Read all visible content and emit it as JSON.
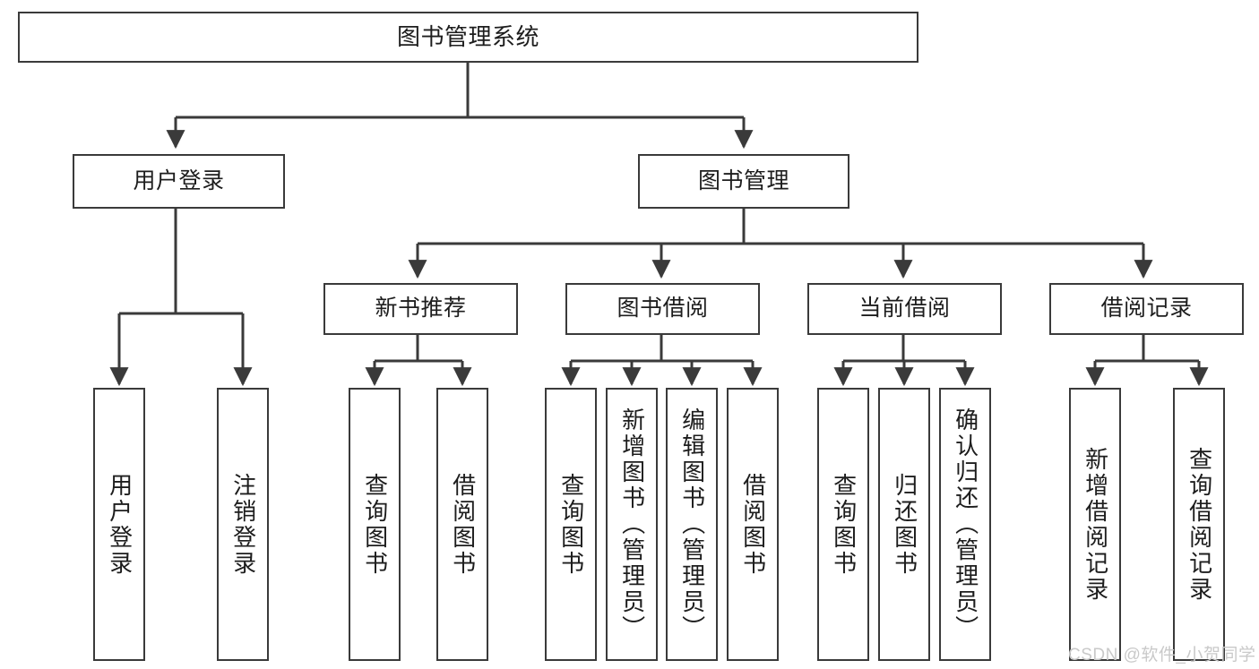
{
  "diagram": {
    "type": "tree-hierarchy-chart",
    "title": "图书管理系统",
    "colors": {
      "box_border": "#3a3a3a",
      "box_fill": "#ffffff",
      "connector": "#3a3a3a",
      "text": "#1d1d1d",
      "watermark": "#c9c9c9",
      "background": "#ffffff"
    },
    "root": {
      "label": "图书管理系统"
    },
    "level2": [
      {
        "label": "用户登录"
      },
      {
        "label": "图书管理"
      }
    ],
    "level3": [
      {
        "label": "新书推荐"
      },
      {
        "label": "图书借阅"
      },
      {
        "label": "当前借阅"
      },
      {
        "label": "借阅记录"
      }
    ],
    "leaves": {
      "user_login": [
        {
          "label": "用户登录"
        },
        {
          "label": "注销登录"
        }
      ],
      "new_book_recommend": [
        {
          "label": "查询图书"
        },
        {
          "label": "借阅图书"
        }
      ],
      "book_borrow": [
        {
          "label": "查询图书"
        },
        {
          "label": "新增图书（管理员）"
        },
        {
          "label": "编辑图书（管理员）"
        },
        {
          "label": "借阅图书"
        }
      ],
      "current_borrow": [
        {
          "label": "查询图书"
        },
        {
          "label": "归还图书"
        },
        {
          "label": "确认归还（管理员）"
        }
      ],
      "borrow_records": [
        {
          "label": "新增借阅记录"
        },
        {
          "label": "查询借阅记录"
        }
      ]
    }
  },
  "watermark": {
    "text": "CSDN @软件_小贺同学"
  }
}
